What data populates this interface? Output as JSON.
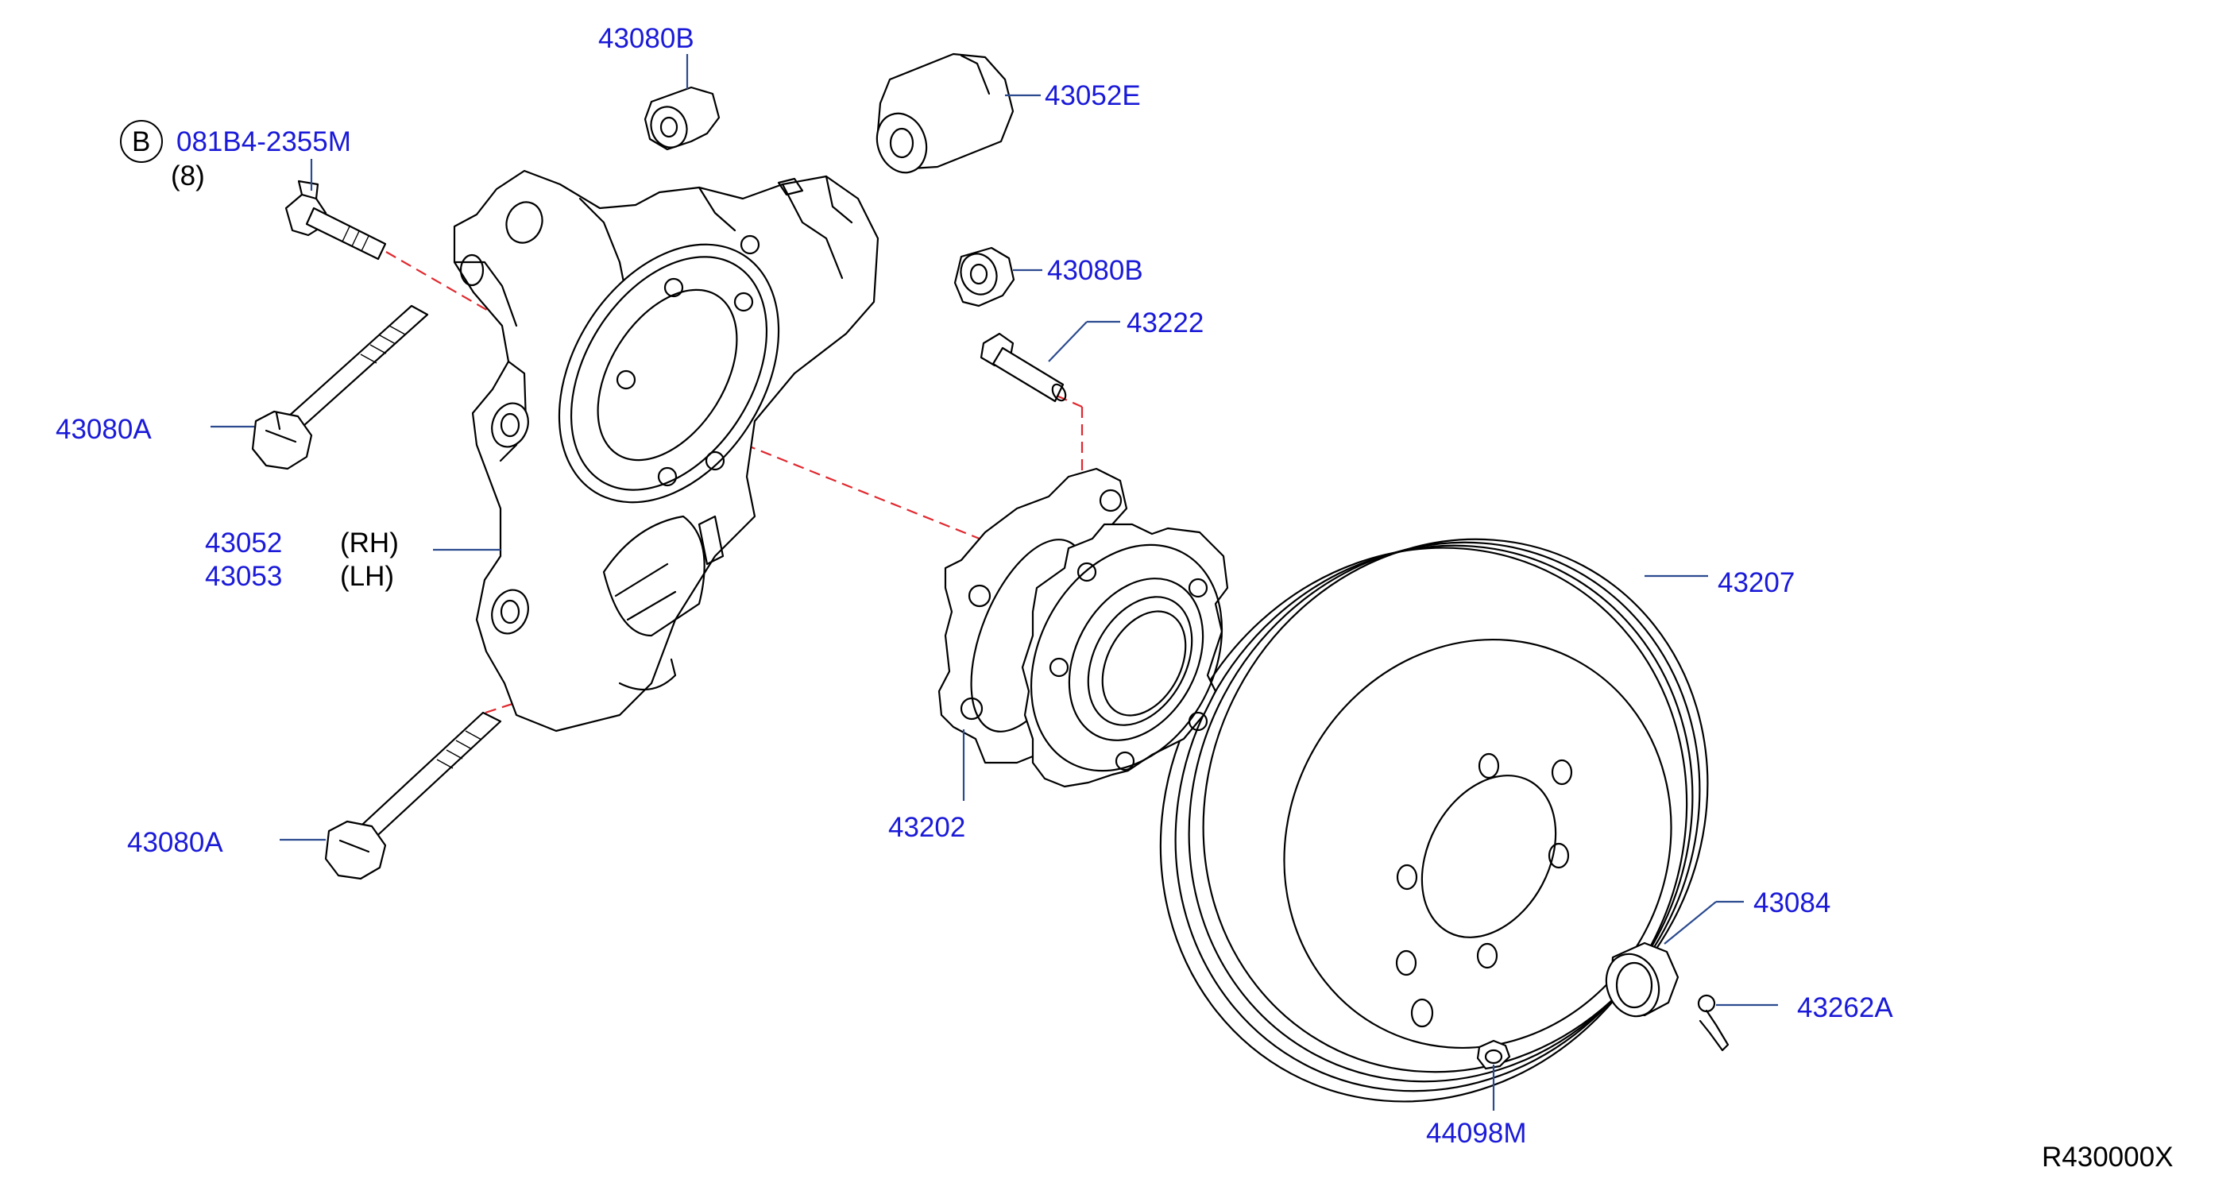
{
  "labels": {
    "p43080B_top": "43080B",
    "p43052E": "43052E",
    "bolt_circle": "B",
    "bolt_part": "081B4-2355M",
    "bolt_qty": "(8)",
    "p43080B_mid": "43080B",
    "p43222": "43222",
    "p43080A_upper": "43080A",
    "p43052": "43052",
    "rh": "(RH)",
    "p43053": "43053",
    "lh": "(LH)",
    "p43207": "43207",
    "p43202": "43202",
    "p43080A_lower": "43080A",
    "p43084": "43084",
    "p43262A": "43262A",
    "p44098M": "44098M",
    "diagram_code": "R430000X"
  },
  "colors": {
    "label": "#1a1ad8",
    "leader": "#2b4a8f",
    "dashed_line": "#e0282e",
    "outline": "#000000"
  }
}
